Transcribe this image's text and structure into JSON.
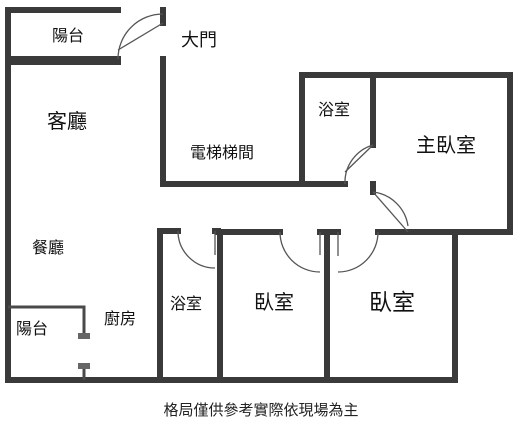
{
  "floorplan": {
    "rooms": {
      "balcony_top": "陽台",
      "main_door": "大門",
      "living_room": "客廳",
      "elevator_stair": "電梯梯間",
      "bathroom_master": "浴室",
      "master_bedroom": "主臥室",
      "dining_room": "餐廳",
      "kitchen": "廚房",
      "balcony_bottom": "陽台",
      "bathroom_2": "浴室",
      "bedroom_1": "臥室",
      "bedroom_2": "臥室"
    },
    "caption": "格局僅供參考實際依現場為主"
  }
}
